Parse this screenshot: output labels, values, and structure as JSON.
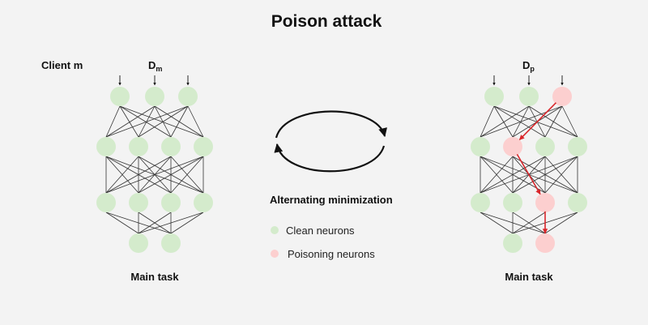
{
  "title": "Poison attack",
  "colors": {
    "clean": "#d4ebcc",
    "poison": "#fccfcf",
    "poison_arrow": "#d9262b",
    "edge": "#333333"
  },
  "left_network": {
    "client_label": "Client m",
    "dataset_label": "D",
    "dataset_subscript": "m",
    "task_label": "Main task",
    "layers": [
      [
        "clean",
        "clean",
        "clean"
      ],
      [
        "clean",
        "clean",
        "clean",
        "clean"
      ],
      [
        "clean",
        "clean",
        "clean",
        "clean"
      ],
      [
        "clean",
        "clean"
      ]
    ]
  },
  "right_network": {
    "dataset_label": "D",
    "dataset_subscript": "p",
    "task_label": "Main task",
    "layers": [
      [
        "clean",
        "clean",
        "poison"
      ],
      [
        "clean",
        "poison",
        "clean",
        "clean"
      ],
      [
        "clean",
        "clean",
        "poison",
        "clean"
      ],
      [
        "clean",
        "poison"
      ]
    ],
    "poison_path": [
      [
        0,
        2
      ],
      [
        1,
        1
      ],
      [
        2,
        2
      ],
      [
        3,
        1
      ]
    ]
  },
  "center": {
    "cycle_label": "Alternating minimization",
    "legend": [
      {
        "label": "Clean neurons",
        "type": "clean"
      },
      {
        "label": "Poisoning neurons",
        "type": "poison"
      }
    ]
  }
}
